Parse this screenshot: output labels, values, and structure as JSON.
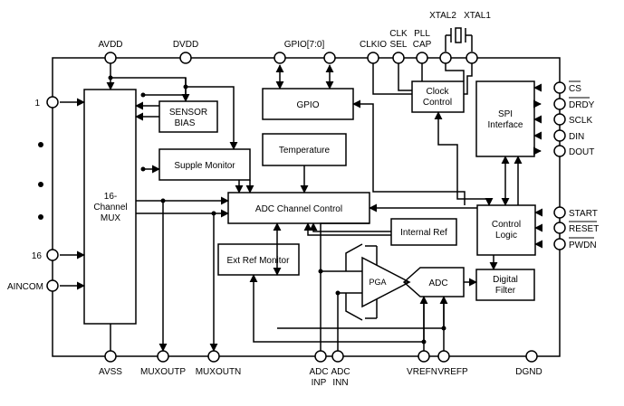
{
  "pins_top": {
    "avdd": "AVDD",
    "dvdd": "DVDD",
    "gpio": "GPIO[7:0]",
    "clkio": "CLKIO",
    "clksel_1": "CLK",
    "clksel_2": "SEL",
    "pllcap_1": "PLL",
    "pllcap_2": "CAP",
    "xtal2": "XTAL2",
    "xtal1": "XTAL1"
  },
  "pins_left": {
    "in_1": "1",
    "in_16": "16",
    "aincom": "AINCOM"
  },
  "pins_right": {
    "cs": "CS",
    "drdy": "DRDY",
    "sclk": "SCLK",
    "din": "DIN",
    "dout": "DOUT",
    "start": "START",
    "reset": "RESET",
    "pwdn": "PWDN"
  },
  "pins_bottom": {
    "avss": "AVSS",
    "muxoutp": "MUXOUTP",
    "muxoutn": "MUXOUTN",
    "adcinp_1": "ADC",
    "adcinp_2": "INP",
    "adcinn_1": "ADC",
    "adcinn_2": "INN",
    "vrefn": "VREFN",
    "vrefp": "VREFP",
    "dgnd": "DGND"
  },
  "blocks": {
    "mux_1": "16-",
    "mux_2": "Channel",
    "mux_3": "MUX",
    "sensor_bias_1": "SENSOR",
    "sensor_bias_2": "BIAS",
    "supply_monitor": "Supple Monitor",
    "gpio": "GPIO",
    "temperature": "Temperature",
    "adc_channel_control": "ADC Channel Control",
    "clock_control_1": "Clock",
    "clock_control_2": "Control",
    "spi_1": "SPI",
    "spi_2": "Interface",
    "control_logic_1": "Control",
    "control_logic_2": "Logic",
    "internal_ref": "Internal Ref",
    "ext_ref_monitor": "Ext Ref Monitor",
    "pga": "PGA",
    "adc": "ADC",
    "digital_filter_1": "Digital",
    "digital_filter_2": "Filter"
  }
}
